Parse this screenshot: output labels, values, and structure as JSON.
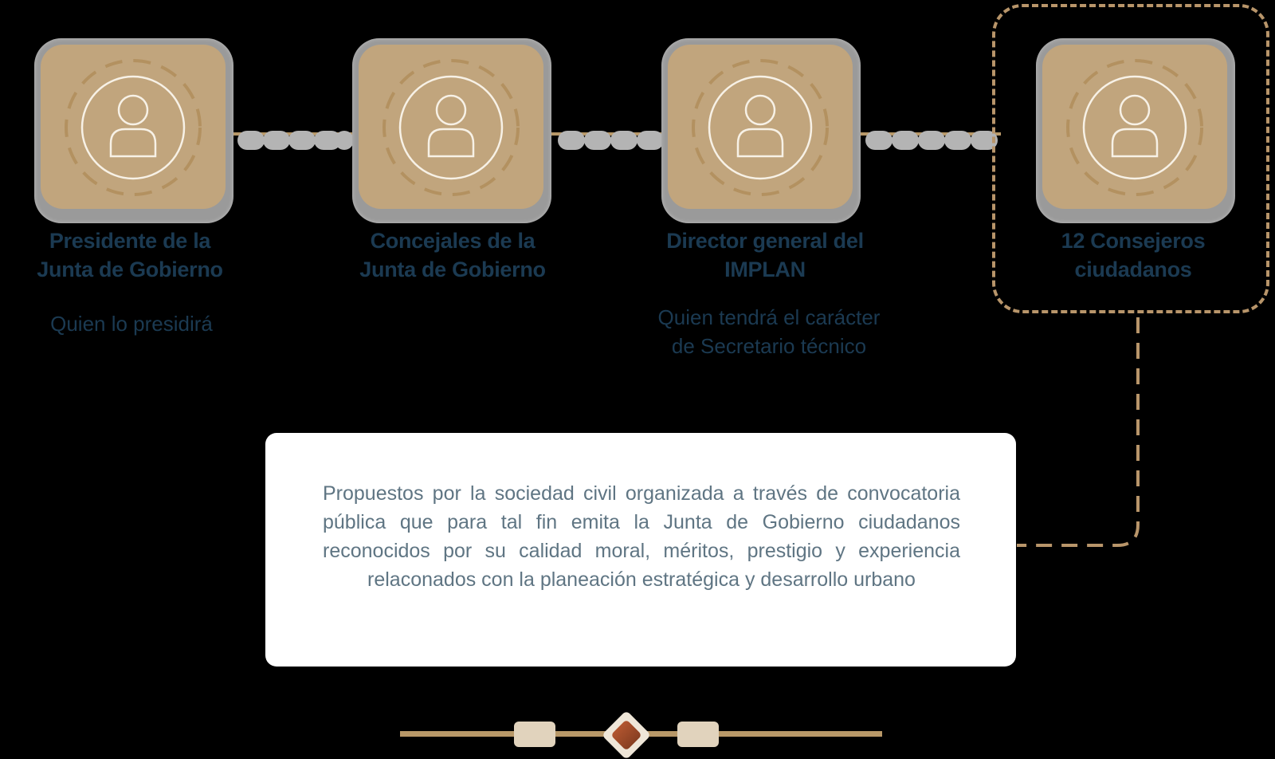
{
  "diagram": {
    "colors": {
      "background": "#000000",
      "node_face": "#c1a57d",
      "node_frame": "#9a9a9a",
      "dash_accent": "#b8956a",
      "label_text": "#1b3a52",
      "card_text": "#5f7583",
      "ornament_center": "#a24e2c"
    },
    "nodes": [
      {
        "icon": "person-icon",
        "title_line1": "Presidente de la",
        "title_line2": "Junta de Gobierno",
        "subtitle_line1": "Quien lo presidirá",
        "subtitle_line2": ""
      },
      {
        "icon": "person-icon",
        "title_line1": "Concejales de la",
        "title_line2": "Junta de Gobierno",
        "subtitle_line1": "",
        "subtitle_line2": ""
      },
      {
        "icon": "person-icon",
        "title_line1": "Director general del",
        "title_line2": "IMPLAN",
        "subtitle_line1": "Quien tendrá el carácter",
        "subtitle_line2": "de Secretario técnico"
      },
      {
        "icon": "person-icon",
        "title_line1": "12 Consejeros",
        "title_line2": "ciudadanos",
        "subtitle_line1": "",
        "subtitle_line2": ""
      }
    ],
    "info_card": {
      "text": "Propuestos por la sociedad civil organizada a través de convocatoria pública que para tal fin emita la Junta de Gobierno ciudadanos reconocidos por su calidad moral, méritos, prestigio y experiencia relaconados con la planeación estratégica y desarrollo urbano"
    }
  }
}
